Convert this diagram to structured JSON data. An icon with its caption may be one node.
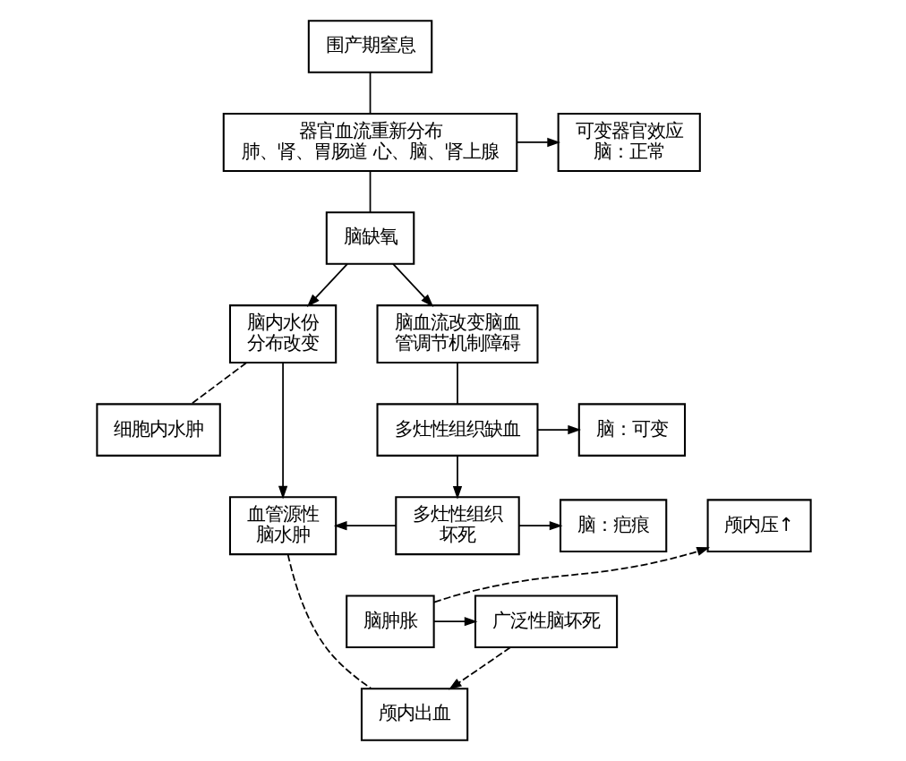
{
  "diagram": {
    "nodes": [
      {
        "text": [
          "围产期窒息"
        ]
      },
      {
        "text": [
          "器官血流重新分布",
          "肺、肾、胃肠道 心、脑、肾上腺"
        ]
      },
      {
        "text": [
          "可变器官效应",
          "脑：正常"
        ]
      },
      {
        "text": [
          "脑缺氧"
        ]
      },
      {
        "text": [
          "脑内水份分布改变"
        ]
      },
      {
        "text": [
          "脑血流改变脑血管调节机制障碍"
        ]
      },
      {
        "text": [
          "细胞内水肿"
        ]
      },
      {
        "text": [
          "多灶性组织缺血"
        ]
      },
      {
        "text": [
          "脑：可变"
        ]
      },
      {
        "text": [
          "血管源性脑水肿"
        ]
      },
      {
        "text": [
          "颅内压↑"
        ]
      },
      {
        "text": [
          "多灶性组织坏死"
        ]
      },
      {
        "text": [
          "脑：疤痕"
        ]
      },
      {
        "text": [
          "脑肿胀"
        ]
      },
      {
        "text": [
          "广泛性脑坏死"
        ]
      },
      {
        "text": [
          "颅内出血"
        ]
      }
    ],
    "edges": [
      {
        "from": 0,
        "to": 1,
        "arrow": "none"
      },
      {
        "from": 1,
        "to": 2,
        "arrow": "to"
      },
      {
        "from": 1,
        "to": 3,
        "arrow": "none"
      },
      {
        "from": 3,
        "to": 4,
        "arrow": "to"
      },
      {
        "from": 3,
        "to": 5,
        "arrow": "to"
      },
      {
        "from": 4,
        "to": 6,
        "arrow": "none",
        "style": "dashed"
      },
      {
        "from": 4,
        "to": 9,
        "arrow": "to"
      },
      {
        "from": 5,
        "to": 7,
        "arrow": "none"
      },
      {
        "from": 7,
        "to": 8,
        "arrow": "to"
      },
      {
        "from": 7,
        "to": 11,
        "arrow": "to"
      },
      {
        "from": 11,
        "to": 9,
        "arrow": "to"
      },
      {
        "from": 11,
        "to": 12,
        "arrow": "to"
      },
      {
        "from": 13,
        "to": 10,
        "arrow": "to",
        "style": "dashed"
      },
      {
        "from": 13,
        "to": 14,
        "arrow": "to"
      },
      {
        "from": 14,
        "to": 15,
        "arrow": "to",
        "style": "dashed"
      },
      {
        "from": 9,
        "to": 15,
        "arrow": "none",
        "style": "dashed"
      }
    ]
  }
}
